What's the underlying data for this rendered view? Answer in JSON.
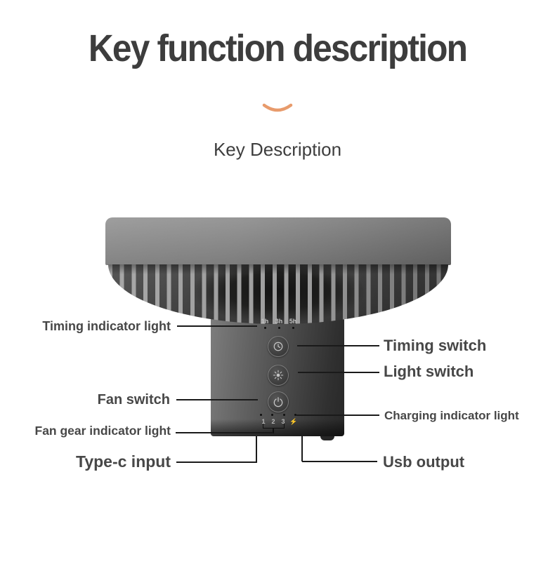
{
  "header": {
    "title": "Key function description",
    "subtitle": "Key Description"
  },
  "device": {
    "timer_indicator_labels": [
      "1h",
      "3h",
      "5h"
    ],
    "gear_indicator_labels": [
      "1",
      "2",
      "3"
    ],
    "charge_indicator_glyph": "⚡",
    "buttons": {
      "timing": "clock-icon",
      "light": "sun-icon",
      "fan": "power-icon"
    }
  },
  "callouts": {
    "timing_indicator": "Timing indicator light",
    "timing_switch": "Timing switch",
    "light_switch": "Light switch",
    "fan_switch": "Fan switch",
    "charging_indicator": "Charging indicator light",
    "fan_gear_indicator": "Fan gear indicator light",
    "type_c_input": "Type-c input",
    "usb_output": "Usb output"
  },
  "colors": {
    "accent_orange": "#E89B6C",
    "title_text": "#3D3D3D",
    "label_text": "#474747",
    "callout_line": "#1A1A1A",
    "body_dark": "#3A3A3A"
  }
}
